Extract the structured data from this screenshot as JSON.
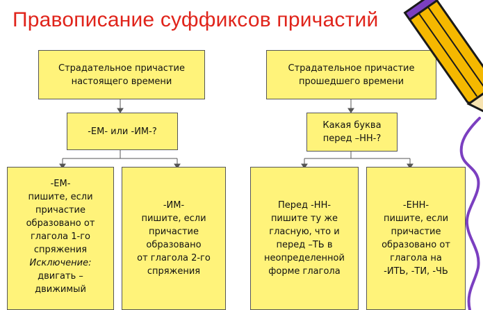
{
  "title": "Правописание суффиксов причастий",
  "boxes": {
    "present_header": [
      "Страдательное причастие",
      "настоящего времени"
    ],
    "present_question": [
      "-ЕМ- или -ИМ-?"
    ],
    "em_rule": [
      "-ЕМ-",
      "пишите, если",
      "причастие",
      "образовано от",
      "глагола 1-го",
      "спряжения"
    ],
    "em_exception": [
      "Исключение:"
    ],
    "em_example": [
      "двигать –",
      "движимый"
    ],
    "im_rule": [
      "-ИМ-",
      "пишите, если",
      "причастие",
      "образовано",
      "от глагола 2-го",
      "спряжения"
    ],
    "past_header": [
      "Страдательное причастие",
      "прошедшего времени"
    ],
    "past_question": [
      "Какая буква",
      "перед –НН-?"
    ],
    "nn_rule": [
      "Перед -НН-",
      "пишите ту же",
      "гласную, что и",
      "перед –ТЬ в",
      "неопределенной",
      "форме глагола"
    ],
    "enn_rule": [
      "-ЕНН-",
      "пишите, если",
      "причастие",
      "образовано от",
      "глагола на",
      "-ИТЬ, -ТИ, -ЧЬ"
    ]
  },
  "colors": {
    "title": "#e0241b",
    "box_fill": "#fff37a",
    "box_border": "#555555",
    "connector": "#555555",
    "pencil_body": "#f5b800",
    "pencil_outline": "#1a1a1a",
    "purple_scribble": "#7b3fc0"
  },
  "icons": [
    "pencil-icon"
  ]
}
